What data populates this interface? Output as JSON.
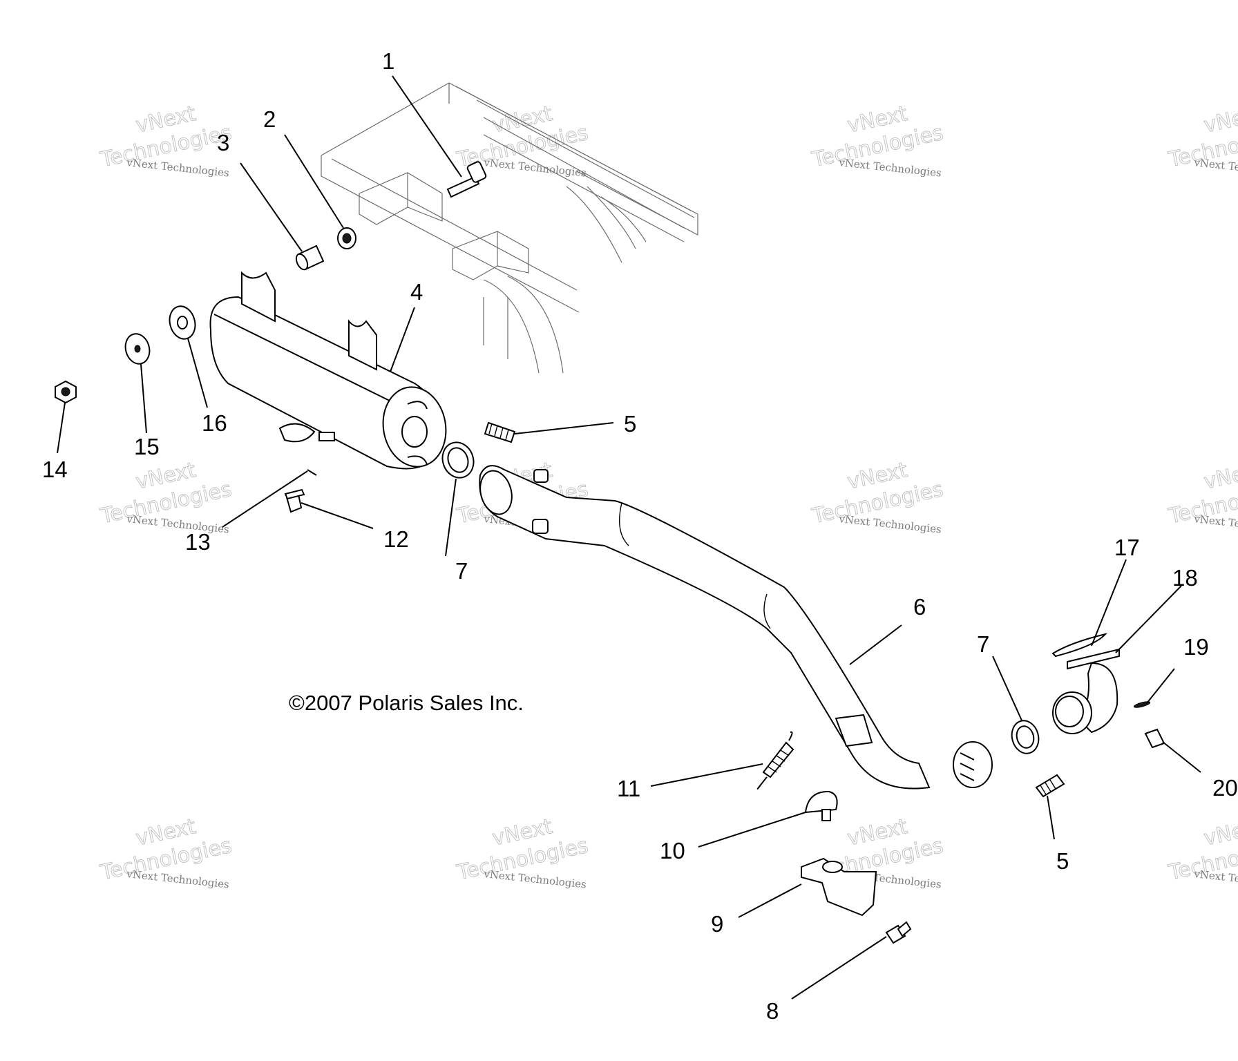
{
  "copyright": "©2007 Polaris Sales Inc.",
  "watermark": {
    "small_text": "vNext Technologies",
    "large_line1": "vNext",
    "large_line2": "Technologies"
  },
  "callouts": [
    "1",
    "2",
    "3",
    "4",
    "5",
    "5",
    "6",
    "7",
    "7",
    "8",
    "9",
    "10",
    "11",
    "12",
    "13",
    "14",
    "15",
    "16",
    "17",
    "18",
    "19",
    "20"
  ]
}
